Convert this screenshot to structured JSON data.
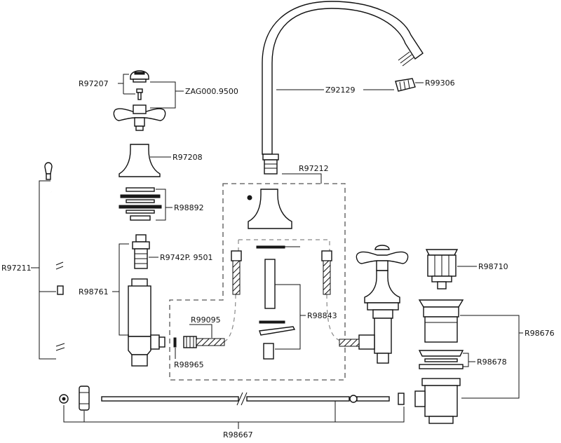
{
  "labels": {
    "r97207": "R97207",
    "zag0009500": "ZAG000.9500",
    "r97208": "R97208",
    "r98892": "R98892",
    "r9742p9501": "R9742P. 9501",
    "r98761": "R98761",
    "r97211": "R97211",
    "r99095": "R99095",
    "r98965": "R98965",
    "r98667": "R98667",
    "z92129": "Z92129",
    "r99306": "R99306",
    "r97212": "R97212",
    "r98843": "R98843",
    "r98710": "R98710",
    "r98676": "R98676",
    "r98678": "R98678"
  },
  "colors": {
    "line": "#111111",
    "background": "#ffffff",
    "dashed_outline": "#555555"
  }
}
